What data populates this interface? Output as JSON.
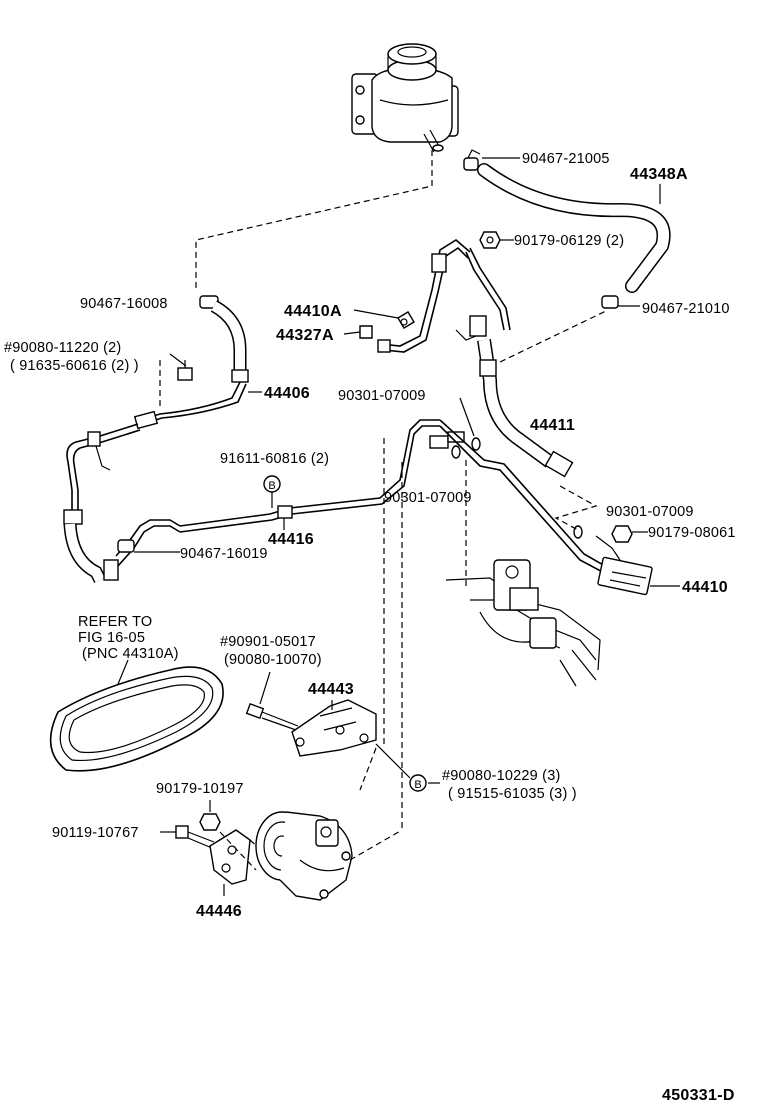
{
  "labels": {
    "l_90467_21005": "90467-21005",
    "l_44348A": "44348A",
    "l_90179_06129": "90179-06129 (2)",
    "l_90467_16008": "90467-16008",
    "l_90467_21010": "90467-21010",
    "l_44410A": "44410A",
    "l_44327A": "44327A",
    "l_90080_11220": "#90080-11220 (2)",
    "l_91635_60616": "( 91635-60616 (2) )",
    "l_44406": "44406",
    "l_90301_07009_a": "90301-07009",
    "l_44411": "44411",
    "l_91611_60816": "91611-60816 (2)",
    "l_90301_07009_b": "90301-07009",
    "l_90301_07009_c": "90301-07009",
    "l_90179_08061": "90179-08061",
    "l_44416": "44416",
    "l_90467_16019": "90467-16019",
    "l_44410": "44410",
    "l_refer1": "REFER TO",
    "l_refer2": "FIG 16-05",
    "l_refer3": "(PNC 44310A)",
    "l_90901_05017": "#90901-05017",
    "l_90080_10070": "(90080-10070)",
    "l_44443": "44443",
    "l_90080_10229": "#90080-10229 (3)",
    "l_91515_61035": "( 91515-61035 (3) )",
    "l_90179_10197": "90179-10197",
    "l_90119_10767": "90119-10767",
    "l_44446": "44446",
    "l_fig_id": "450331-D"
  },
  "markers": {
    "b1": "B",
    "b2": "B"
  }
}
